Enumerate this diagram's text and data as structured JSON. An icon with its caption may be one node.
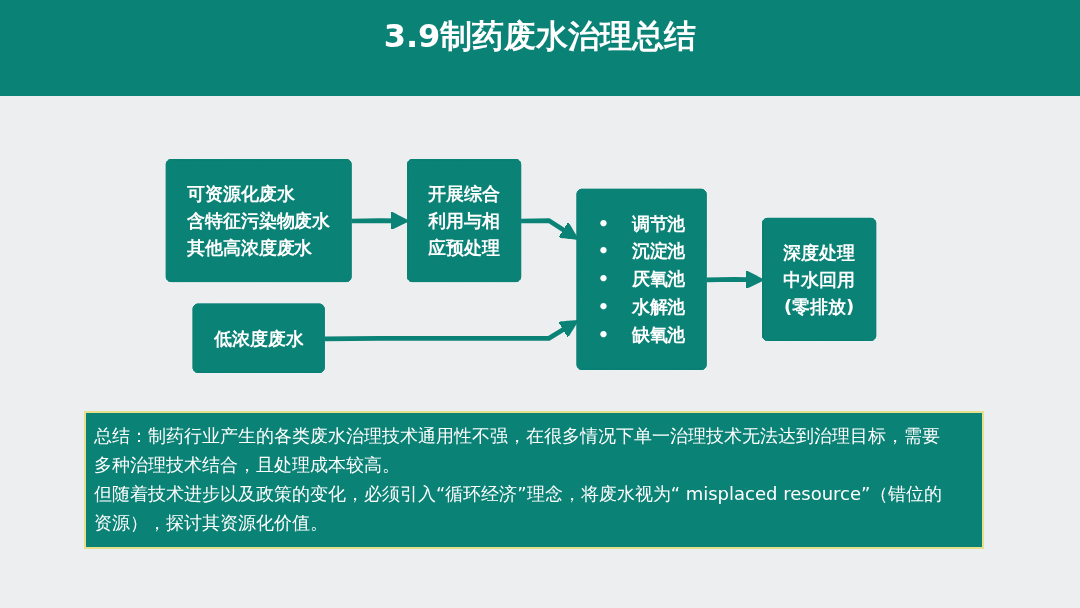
{
  "diagram": {
    "title": "3.9制药废水治理总结",
    "nodes": [
      {
        "text": [
          "可资源化废水",
          "含特征污染物废水",
          "其他高浓度废水"
        ]
      },
      {
        "text": [
          "开展综合利用与相应预处理"
        ]
      },
      {
        "text": [
          "• 调节池",
          "• 沉淀池",
          "• 厌氧池",
          "• 水解池",
          "• 缺氧池"
        ]
      },
      {
        "text": [
          "深度处理",
          "中水回用",
          "(零排放)"
        ]
      },
      {
        "text": [
          "低浓度废水"
        ]
      }
    ],
    "edges": [
      {
        "from": 0,
        "to": 1,
        "arrow": "to"
      },
      {
        "from": 1,
        "to": 2,
        "arrow": "to"
      },
      {
        "from": 2,
        "to": 3,
        "arrow": "to"
      },
      {
        "from": 4,
        "to": 2,
        "arrow": "to"
      }
    ],
    "labels": [
      "总结：制药行业产生的各类废水治理技术通用性不强，在很多情况下单一治理技术无法达到治理目标，需要多种治理技术结合，且处理成本较高。",
      "但随着技术进步以及政策的变化，必须引入“循环经济”理念，将废水视为“ misplaced resource”（错位的资源），探讨其资源化价值。"
    ]
  }
}
